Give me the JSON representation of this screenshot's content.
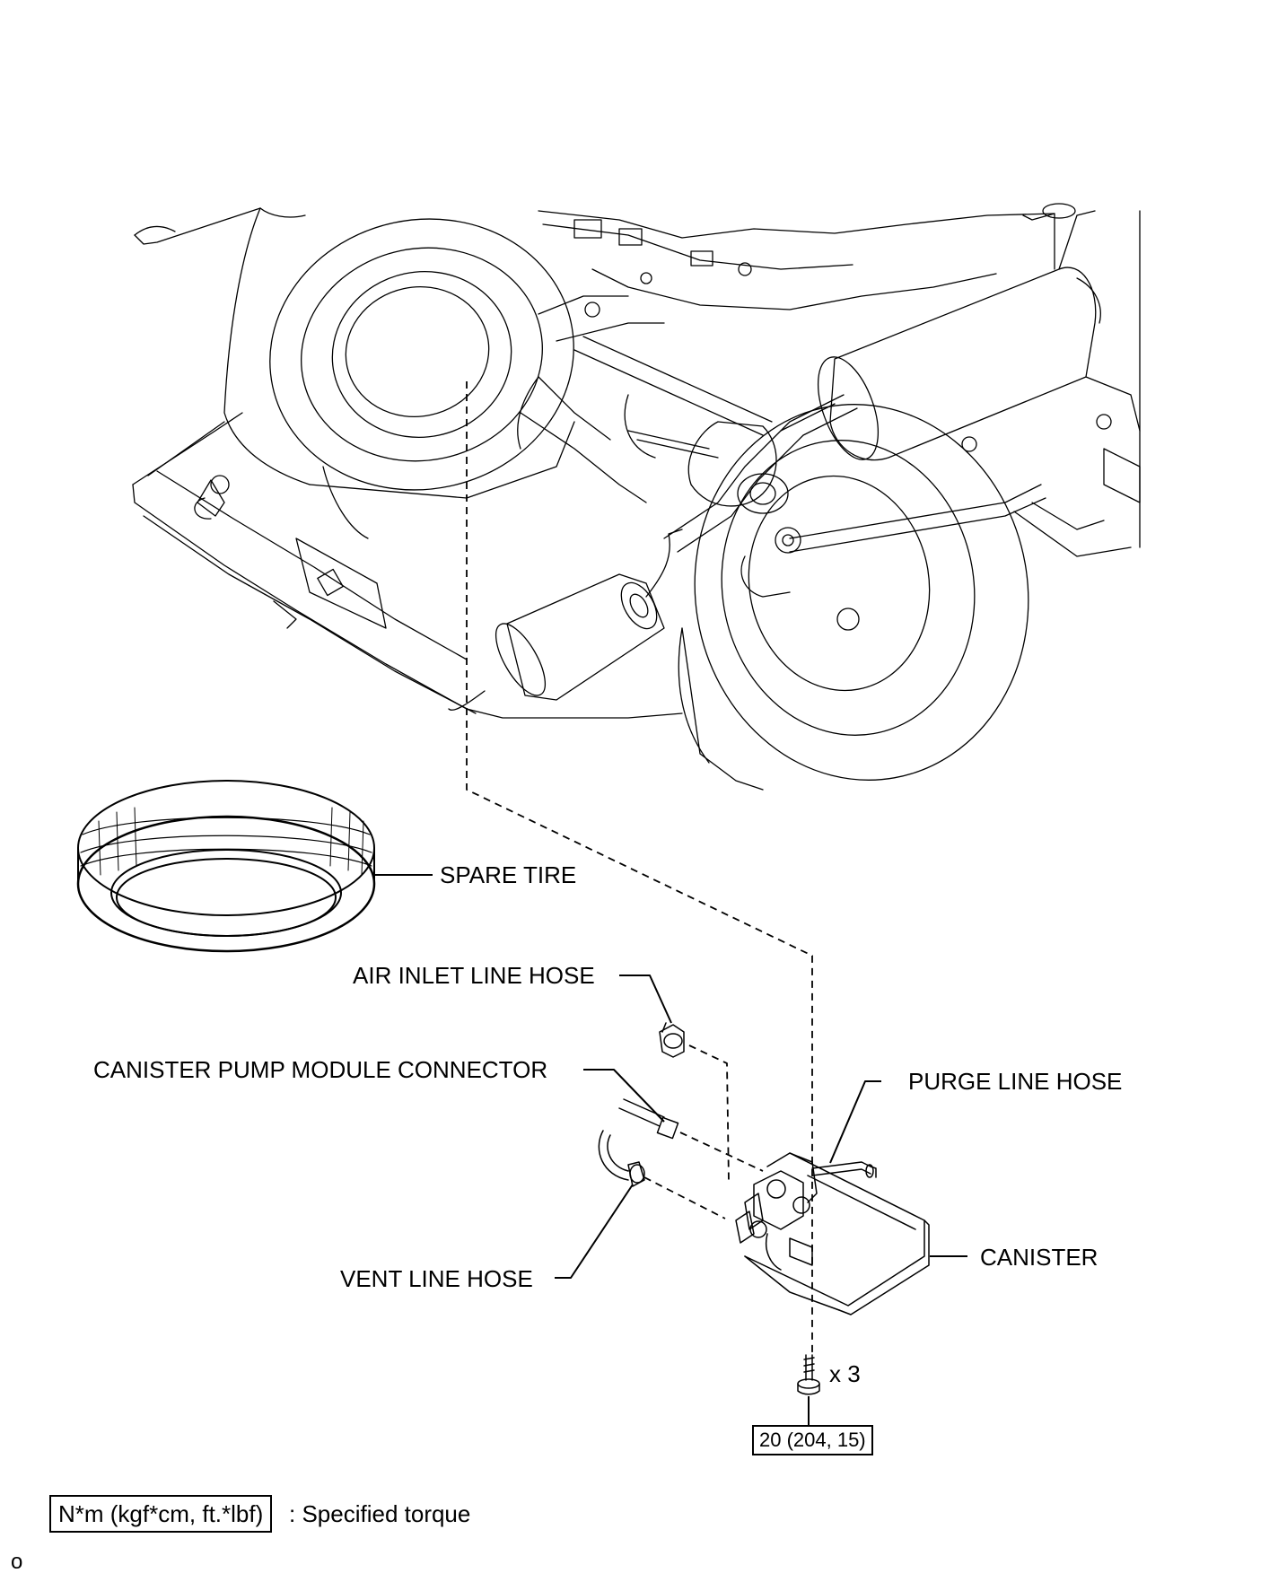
{
  "labels": {
    "spare_tire": "SPARE TIRE",
    "air_inlet_line_hose": "AIR INLET LINE HOSE",
    "canister_pump_module_connector": "CANISTER PUMP MODULE CONNECTOR",
    "purge_line_hose": "PURGE LINE HOSE",
    "canister": "CANISTER",
    "vent_line_hose": "VENT LINE HOSE",
    "bolt_quantity": "x 3"
  },
  "torque": {
    "canister_bolt": "20 (204, 15)"
  },
  "legend": {
    "unit_box": "N*m (kgf*cm, ft.*lbf)",
    "description": ": Specified torque"
  },
  "footer": {
    "mark": "o"
  }
}
